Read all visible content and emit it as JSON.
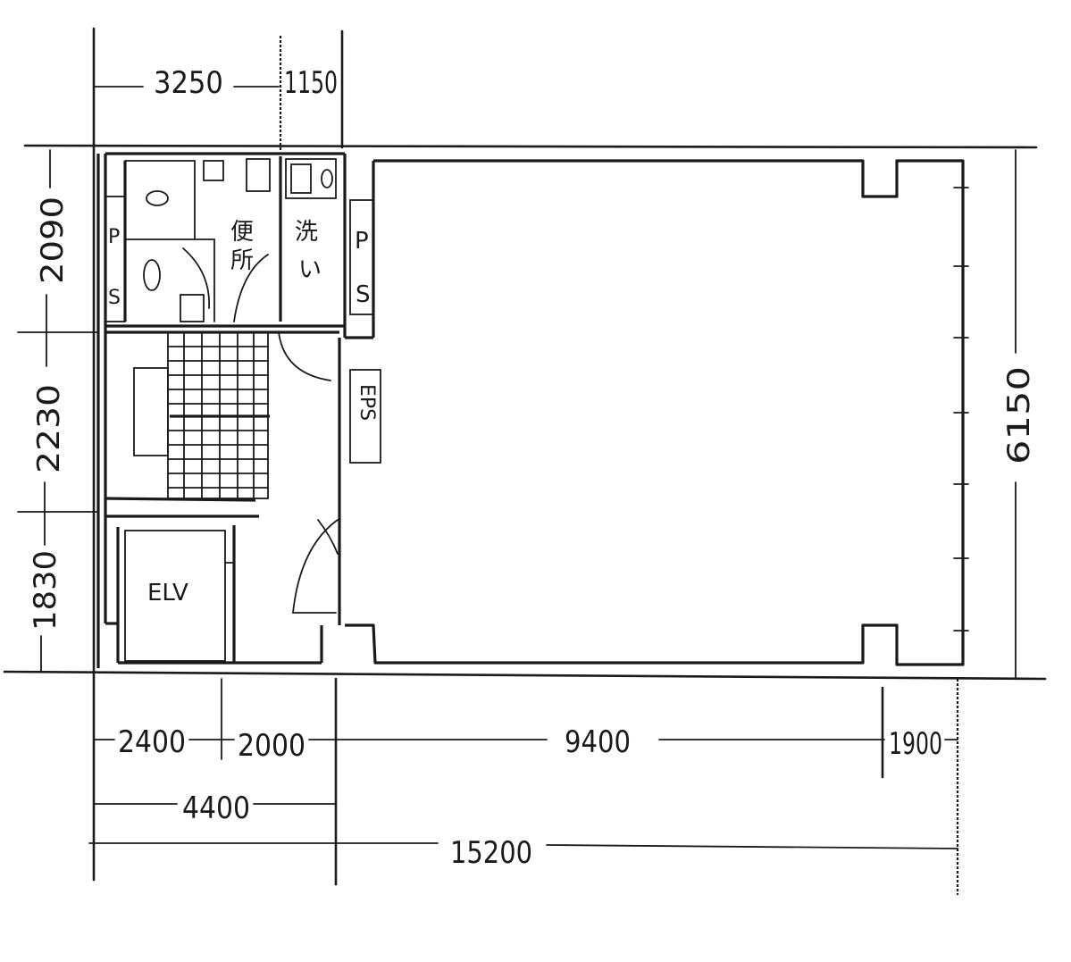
{
  "dimensions": {
    "top": [
      "3250",
      "1150"
    ],
    "bottom_row1": [
      "2400",
      "2000",
      "9400",
      "1900"
    ],
    "bottom_row2": "4400",
    "bottom_total": "15200",
    "left": [
      "2090",
      "2230",
      "1830"
    ],
    "right": "6150"
  },
  "rooms": {
    "elevator": "ELV",
    "ps_left": [
      "P",
      "S"
    ],
    "ps_right": [
      "P",
      "S"
    ],
    "wc_label": [
      "便",
      "所"
    ],
    "wash_label": [
      "洗",
      "い"
    ],
    "shaft_label": "EPS"
  }
}
